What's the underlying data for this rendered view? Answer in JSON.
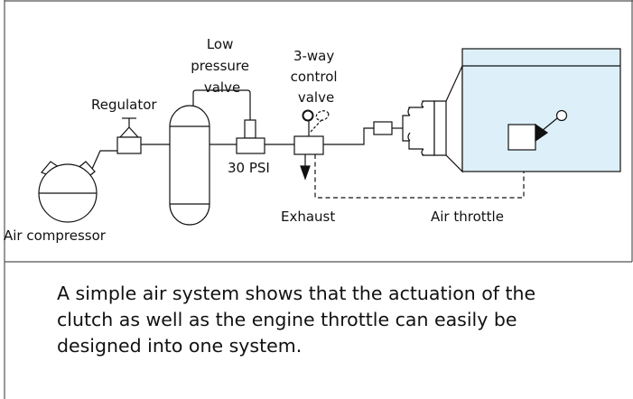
{
  "labels": {
    "regulator": "Regulator",
    "low_pressure_valve": [
      "Low",
      "pressure",
      "valve"
    ],
    "control_valve": [
      "3-way",
      "control",
      "valve"
    ],
    "psi": "30 PSI",
    "exhaust": "Exhaust",
    "air_throttle": "Air throttle",
    "air_compressor": "Air compressor"
  },
  "caption": "A simple air system shows that the actuation of the\nclutch as well as the engine throttle can easily be\ndesigned into one system.",
  "colors": {
    "engine_fill": "#ddf0fa",
    "line": "#111111",
    "frame": "#555555"
  }
}
